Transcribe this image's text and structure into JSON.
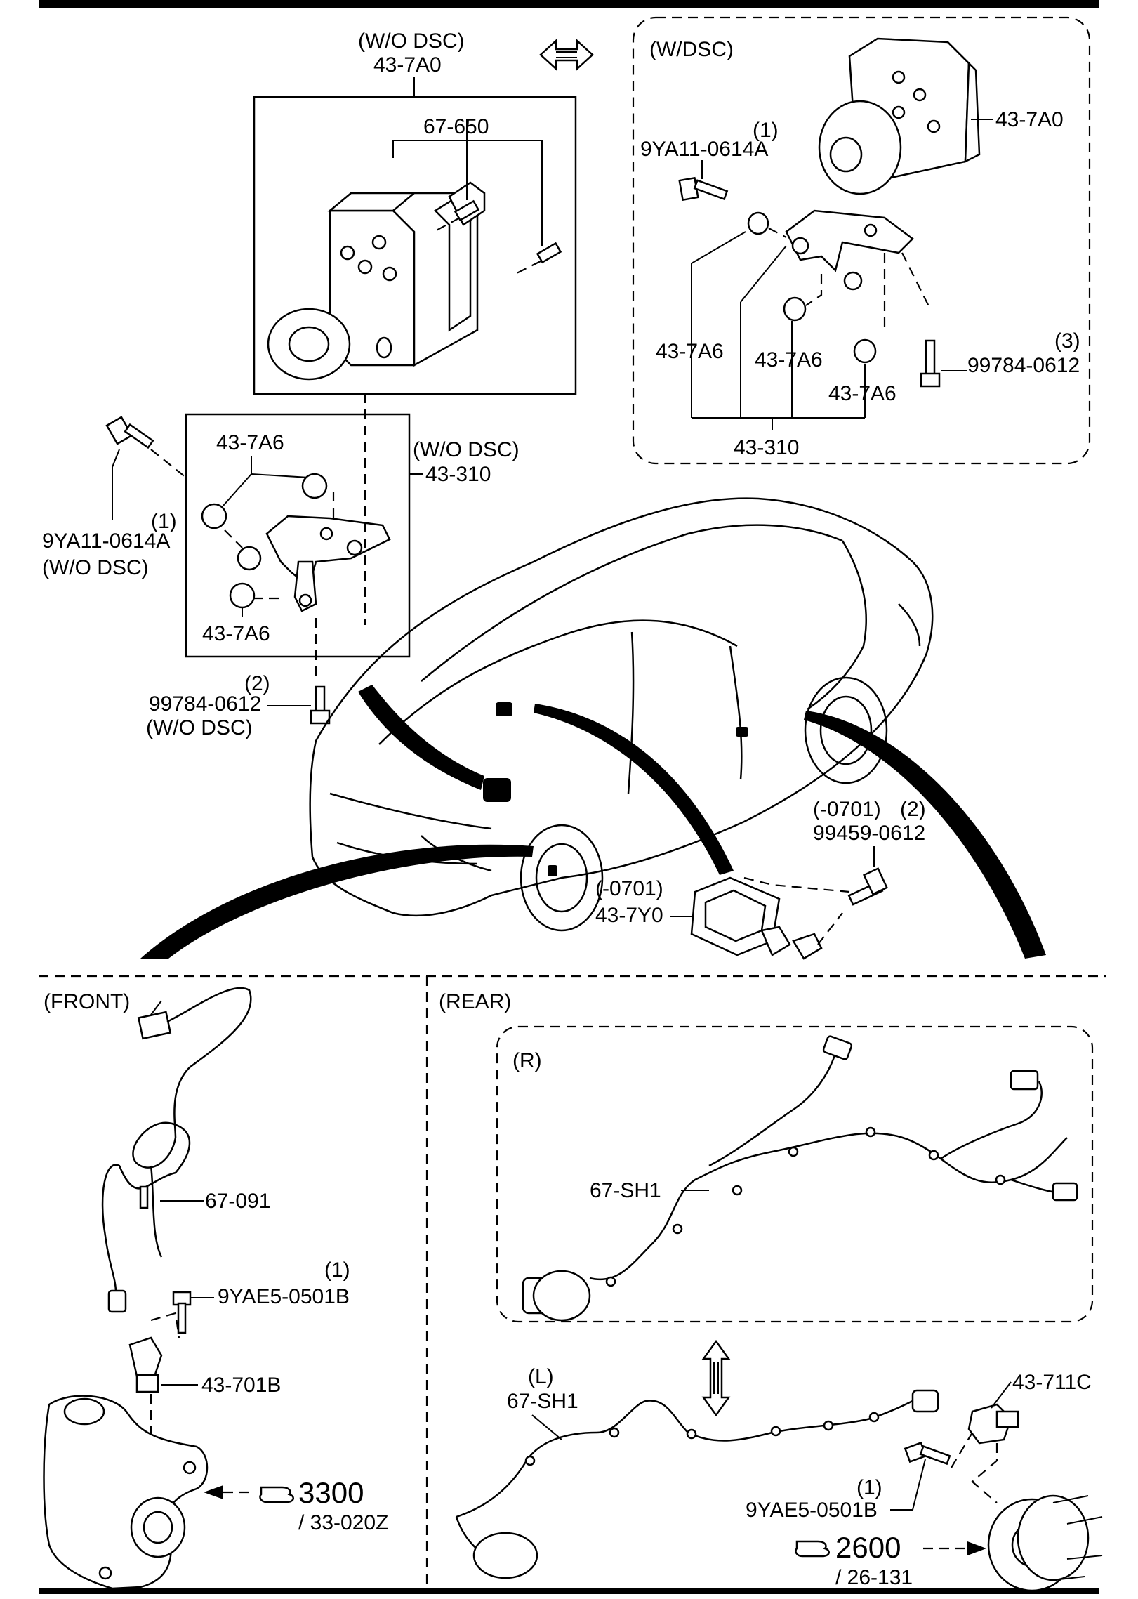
{
  "abs_wo_dsc": {
    "condition": "(W/O DSC)",
    "unit_code": "43-7A0",
    "stud_code": "67-650"
  },
  "abs_w_dsc": {
    "condition": "(W/DSC)",
    "unit_code": "43-7A0",
    "bolt_qty": "(1)",
    "bolt_code": "9YA11-0614A",
    "bush_a": "43-7A6",
    "bush_b": "43-7A6",
    "bush_c": "43-7A6",
    "bracket_code": "43-310",
    "screw_qty": "(3)",
    "screw_code": "99784-0612"
  },
  "bracket_wo_dsc": {
    "condition": "(W/O DSC)",
    "bracket_code": "43-310",
    "bush_top": "43-7A6",
    "bush_bottom": "43-7A6",
    "bolt_qty": "(1)",
    "bolt_code": "9YA11-0614A",
    "bolt_condition": "(W/O DSC)",
    "screw_qty": "(2)",
    "screw_code": "99784-0612",
    "screw_condition": "(W/O DSC)"
  },
  "yaw_sensor": {
    "serial": "(-0701)",
    "code": "43-7Y0",
    "screw_serial": "(-0701)",
    "screw_qty": "(2)",
    "screw_code": "99459-0612"
  },
  "front": {
    "title": "(FRONT)",
    "harness_code": "67-091",
    "bolt_qty": "(1)",
    "bolt_code": "9YAE5-0501B",
    "sensor_code": "43-701B",
    "ref_number": "3300",
    "ref_sub": "/ 33-020Z"
  },
  "rear": {
    "title": "(REAR)",
    "right_label": "(R)",
    "right_harness_code": "67-SH1",
    "left_label": "(L)",
    "left_harness_code": "67-SH1",
    "sensor_code": "43-711C",
    "bolt_qty": "(1)",
    "bolt_code": "9YAE5-0501B",
    "ref_number": "2600",
    "ref_sub": "/ 26-131"
  }
}
